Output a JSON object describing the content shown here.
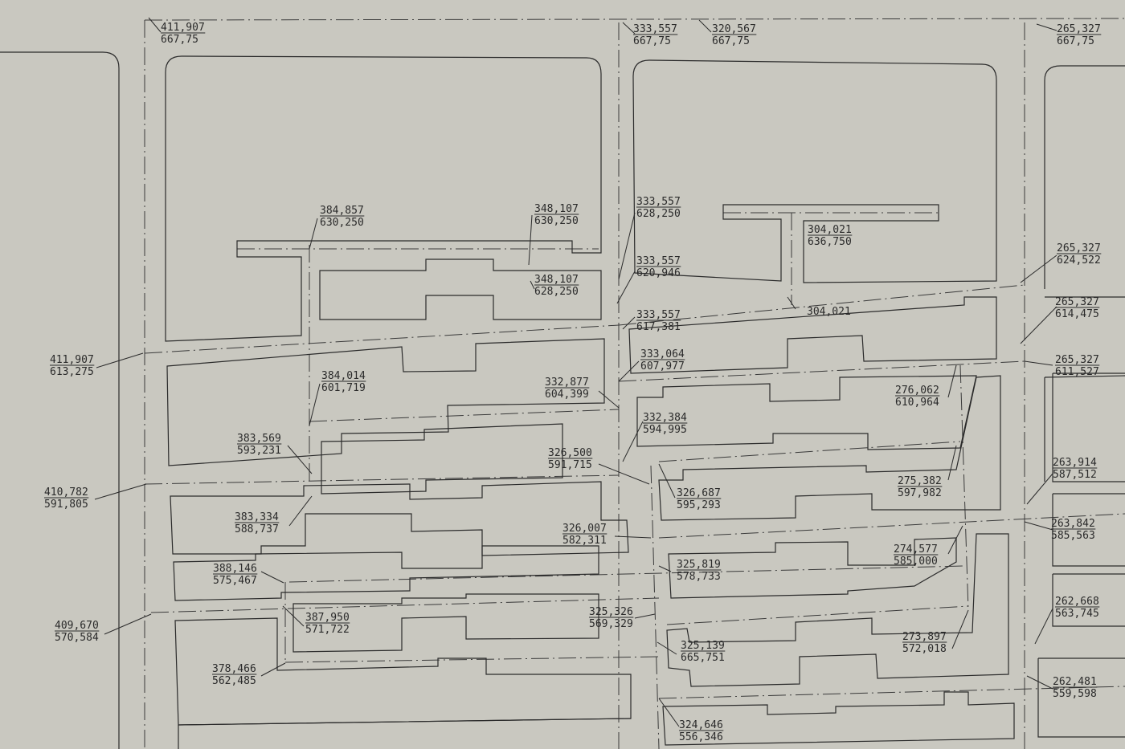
{
  "paper_color": "#c9c8c0",
  "ink_color": "#2b2b2b",
  "annotations": [
    {
      "top": "411,907",
      "bottom": "667,75"
    },
    {
      "top": "333,557",
      "bottom": "667,75"
    },
    {
      "top": "320,567",
      "bottom": "667,75"
    },
    {
      "top": "265,327",
      "bottom": "667,75"
    },
    {
      "top": "384,857",
      "bottom": "630,250"
    },
    {
      "top": "348,107",
      "bottom": "630,250"
    },
    {
      "top": "333,557",
      "bottom": "628,250"
    },
    {
      "top": "304,021",
      "bottom": "636,750"
    },
    {
      "top": "333,557",
      "bottom": "620,946"
    },
    {
      "top": "348,107",
      "bottom": "628,250"
    },
    {
      "top": "265,327",
      "bottom": "624,522"
    },
    {
      "top": "333,557",
      "bottom": "617,381"
    },
    {
      "top": "304,021",
      "bottom": ""
    },
    {
      "top": "265,327",
      "bottom": "614,475"
    },
    {
      "top": "411,907",
      "bottom": "613,275"
    },
    {
      "top": "333,064",
      "bottom": "607,977"
    },
    {
      "top": "265,327",
      "bottom": "611,527"
    },
    {
      "top": "384,014",
      "bottom": "601,719"
    },
    {
      "top": "332,877",
      "bottom": "604,399"
    },
    {
      "top": "276,062",
      "bottom": "610,964"
    },
    {
      "top": "332,384",
      "bottom": "594,995"
    },
    {
      "top": "383,569",
      "bottom": "593,231"
    },
    {
      "top": "326,500",
      "bottom": "591,715"
    },
    {
      "top": "263,914",
      "bottom": "587,512"
    },
    {
      "top": "275,382",
      "bottom": "597,982"
    },
    {
      "top": "410,782",
      "bottom": "591,805"
    },
    {
      "top": "326,687",
      "bottom": "595,293"
    },
    {
      "top": "383,334",
      "bottom": "588,737"
    },
    {
      "top": "263,842",
      "bottom": "585,563"
    },
    {
      "top": "326,007",
      "bottom": "582,311"
    },
    {
      "top": "274,577",
      "bottom": "585,000"
    },
    {
      "top": "388,146",
      "bottom": "575,467"
    },
    {
      "top": "325,819",
      "bottom": "578,733"
    },
    {
      "top": "262,668",
      "bottom": "563,745"
    },
    {
      "top": "409,670",
      "bottom": "570,584"
    },
    {
      "top": "387,950",
      "bottom": "571,722"
    },
    {
      "top": "325,326",
      "bottom": "569,329"
    },
    {
      "top": "273,897",
      "bottom": "572,018"
    },
    {
      "top": "325,139",
      "bottom": "665,751"
    },
    {
      "top": "378,466",
      "bottom": "562,485"
    },
    {
      "top": "262,481",
      "bottom": "559,598"
    },
    {
      "top": "324,646",
      "bottom": "556,346"
    }
  ]
}
